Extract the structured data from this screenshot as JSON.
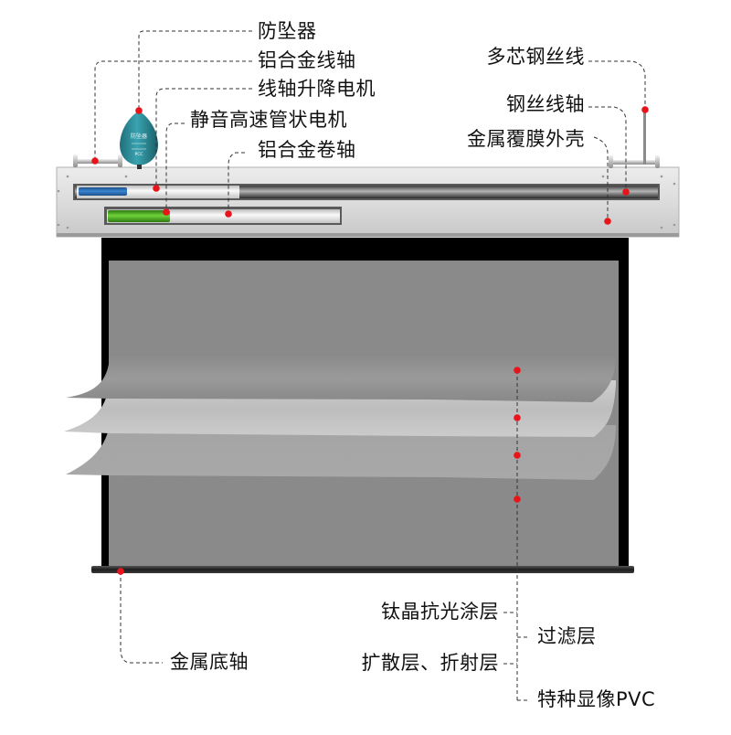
{
  "diagram": {
    "title": "",
    "colors": {
      "marker": "#e8141c",
      "leader_line": "#333333",
      "housing": "#d9d9d9",
      "screen_frame": "#000000",
      "screen_surface": "#8a8a8a",
      "motor_tube": "#3aa61c",
      "wire_motor": "#2a6fb3",
      "fall_arrester": "#2a8a96"
    },
    "labels": {
      "fall_arrester": "防坠器",
      "alloy_wire_shaft": "铝合金线轴",
      "wire_shaft_motor": "线轴升降电机",
      "tubular_motor": "静音高速管状电机",
      "alloy_roller": "铝合金卷轴",
      "steel_wire": "多芯钢丝线",
      "steel_wire_shaft": "钢丝线轴",
      "metal_shell": "金属覆膜外壳",
      "titanium_coating": "钛晶抗光涂层",
      "filter_layer": "过滤层",
      "diffusion_layer": "扩散层、折射层",
      "pvc_layer": "特种显像PVC",
      "bottom_bar": "金属底轴"
    },
    "device_text": {
      "fall_arrester_badge": "防坠器",
      "fall_arrester_sub": "PCC"
    }
  }
}
